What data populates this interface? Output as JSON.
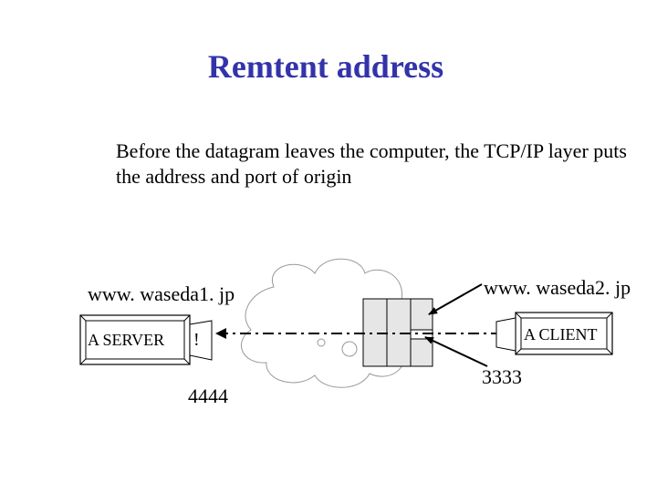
{
  "slide": {
    "title": "Remtent address",
    "body": "Before the datagram leaves the computer, the TCP/IP layer puts the address and port of origin"
  },
  "diagram": {
    "server_host": "www. waseda1. jp",
    "client_host": "www. waseda2. jp",
    "server_label": "A SERVER",
    "client_label": "A CLIENT",
    "server_port": "4444",
    "client_port": "3333",
    "server_mark": "!",
    "accent_color": "#3333aa"
  }
}
